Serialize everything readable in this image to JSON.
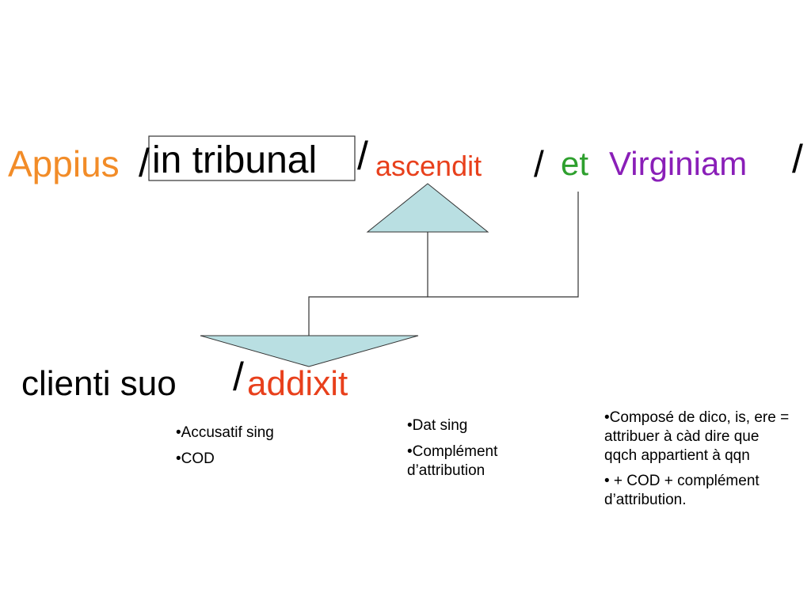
{
  "sentence": {
    "appius": "Appius",
    "slash1": "/",
    "in_tribunal": "in tribunal",
    "slash2": "/",
    "ascendit": "ascendit",
    "slash3": "/",
    "et": "et",
    "virginiam": "Virginiam",
    "slash4": "/"
  },
  "subordinate": {
    "clienti_suo": "clienti suo",
    "slash": "/",
    "addixit": "addixit"
  },
  "notes": {
    "clienti": [
      "•Accusatif sing",
      "•COD"
    ],
    "dat": [
      "•Dat sing",
      "•Complément d’attribution"
    ],
    "addixit": [
      "•Composé de  dico, is, ere = attribuer à càd dire que qqch appartient à qqn",
      "• + COD + complément d’attribution."
    ]
  },
  "colors": {
    "appius": "#f28c28",
    "ascendit": "#e8401c",
    "et": "#2ea02e",
    "virginiam": "#8a1fb8",
    "addixit": "#e8401c",
    "triangle_fill": "#b9dfe2"
  }
}
